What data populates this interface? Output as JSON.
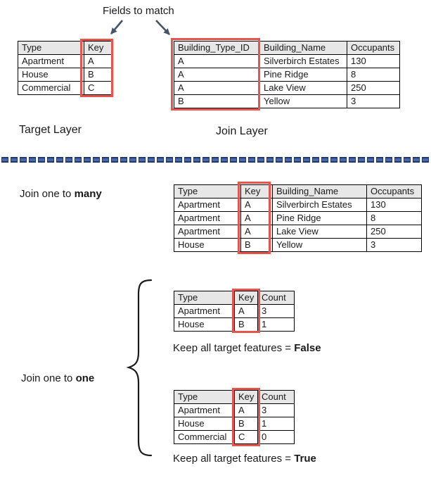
{
  "page": {
    "title": "Fields to match"
  },
  "colors": {
    "highlight_red": "#E8544C",
    "header_gray": "#E7E7E7",
    "divider_blue": "#4A68B1",
    "divider_navy": "#1F3864",
    "arrow_navy": "#44546A",
    "text": "#1A1A1A"
  },
  "top": {
    "fields_to_match": "Fields to match",
    "target_layer_caption": "Target Layer",
    "join_layer_caption": "Join Layer"
  },
  "sections": {
    "one_to_many": {
      "label_prefix": "Join one to ",
      "label_bold": "many"
    },
    "one_to_one": {
      "label_prefix": "Join one to ",
      "label_bold": "one",
      "keep_false_prefix": "Keep all target features = ",
      "keep_false_bold": "False",
      "keep_true_prefix": "Keep all target features = ",
      "keep_true_bold": "True"
    }
  },
  "tables": {
    "target": {
      "headers": [
        "Type",
        "Key"
      ],
      "rows": [
        [
          "Apartment",
          "A"
        ],
        [
          "House",
          "B"
        ],
        [
          "Commercial",
          "C"
        ]
      ],
      "matched_field": "Key"
    },
    "join": {
      "headers": [
        "Building_Type_ID",
        "Building_Name",
        "Occupants"
      ],
      "rows": [
        [
          "A",
          "Silverbirch Estates",
          "130"
        ],
        [
          "A",
          "Pine Ridge",
          "8"
        ],
        [
          "A",
          "Lake View",
          "250"
        ],
        [
          "B",
          "Yellow",
          "3"
        ]
      ],
      "matched_field": "Building_Type_ID"
    },
    "one_to_many_result": {
      "headers": [
        "Type",
        "Key",
        "Building_Name",
        "Occupants"
      ],
      "rows": [
        [
          "Apartment",
          "A",
          "Silverbirch Estates",
          "130"
        ],
        [
          "Apartment",
          "A",
          "Pine Ridge",
          "8"
        ],
        [
          "Apartment",
          "A",
          "Lake View",
          "250"
        ],
        [
          "House",
          "B",
          "Yellow",
          "3"
        ]
      ],
      "matched_field": "Key"
    },
    "one_to_one_false": {
      "headers": [
        "Type",
        "Key",
        "Count"
      ],
      "rows": [
        [
          "Apartment",
          "A",
          "3"
        ],
        [
          "House",
          "B",
          "1"
        ]
      ],
      "matched_field": "Key"
    },
    "one_to_one_true": {
      "headers": [
        "Type",
        "Key",
        "Count"
      ],
      "rows": [
        [
          "Apartment",
          "A",
          "3"
        ],
        [
          "House",
          "B",
          "1"
        ],
        [
          "Commercial",
          "C",
          "0"
        ]
      ],
      "matched_field": "Key"
    }
  }
}
